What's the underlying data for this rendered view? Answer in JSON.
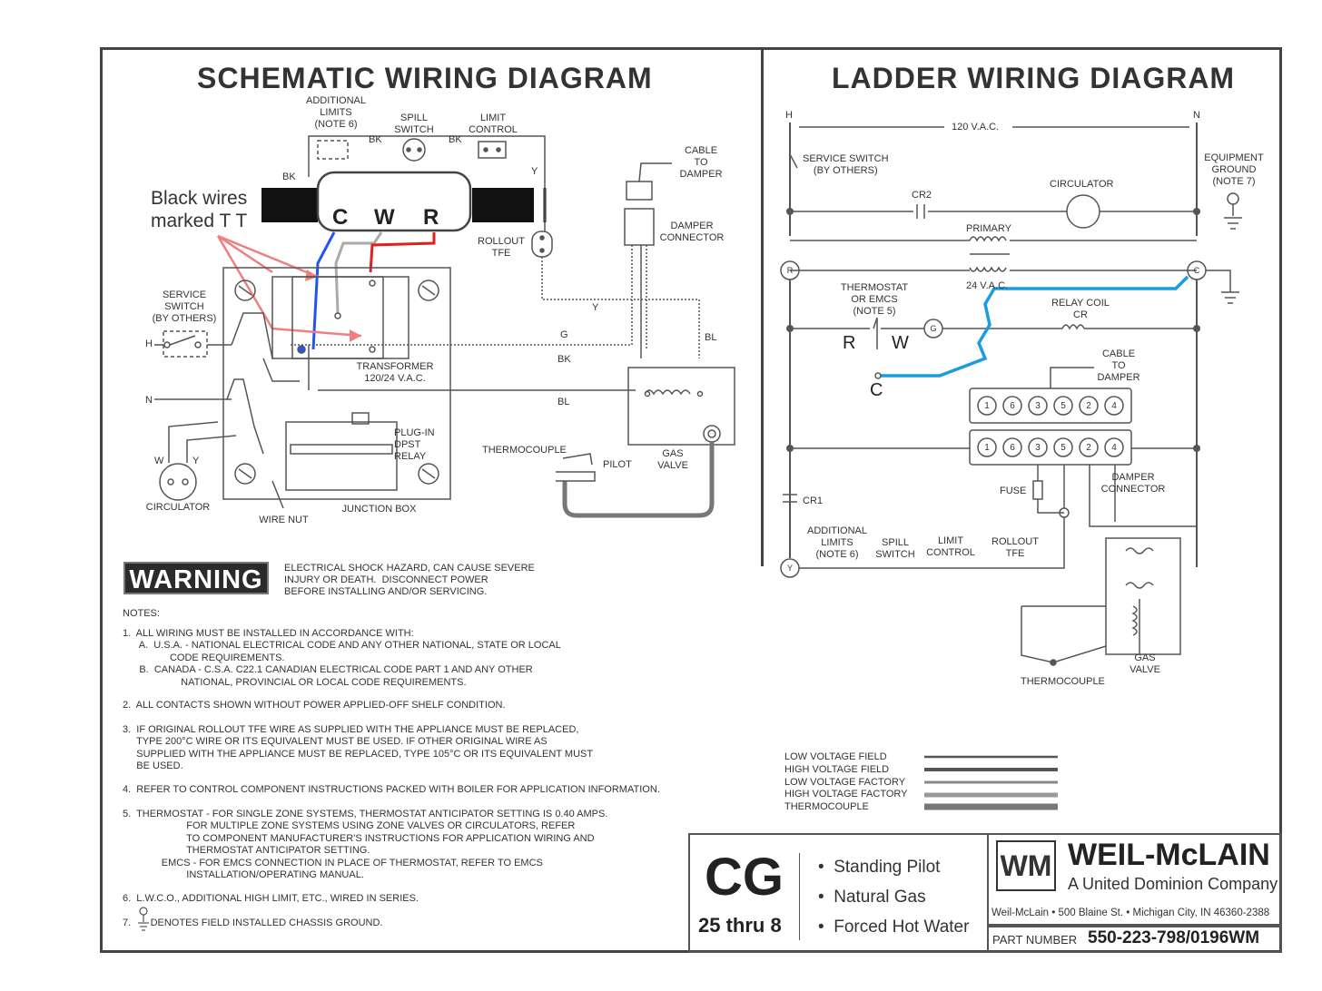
{
  "titles": {
    "schematic": "SCHEMATIC WIRING DIAGRAM",
    "ladder": "LADDER WIRING DIAGRAM"
  },
  "annotation": {
    "line1": "Black wires",
    "line2": "marked T  T",
    "c": "C",
    "w": "W",
    "r": "R",
    "ladder_r": "R",
    "ladder_w": "W",
    "ladder_c": "C"
  },
  "schematic_labels": {
    "additional_limits": "ADDITIONAL\nLIMITS\n(NOTE 6)",
    "spill_switch": "SPILL\nSWITCH",
    "limit_control": "LIMIT\nCONTROL",
    "bk1": "BK",
    "bk2": "BK",
    "bk3": "BK",
    "cable_to_damper": "CABLE\nTO\nDAMPER",
    "damper_connector": "DAMPER\nCONNECTOR",
    "rollout_tfe": "ROLLOUT\nTFE",
    "service_switch": "SERVICE\nSWITCH\n(BY OTHERS)",
    "h": "H",
    "n": "N",
    "transformer": "TRANSFORMER\n120/24 V.A.C.",
    "plug_in_relay": "PLUG-IN\nDPST\nRELAY",
    "junction_box": "JUNCTION BOX",
    "wire_nut": "WIRE NUT",
    "circulator": "CIRCULATOR",
    "thermocouple": "THERMOCOUPLE",
    "pilot": "PILOT",
    "gas_valve": "GAS\nVALVE",
    "y": "Y",
    "g": "G",
    "bk": "BK",
    "bl": "BL",
    "w": "W"
  },
  "warning": {
    "label": "WARNING",
    "text": "ELECTRICAL SHOCK HAZARD, CAN CAUSE SEVERE\nINJURY OR DEATH.  DISCONNECT POWER\nBEFORE INSTALLING AND/OR SERVICING."
  },
  "notes": {
    "heading": "NOTES:",
    "n1": "1.  ALL WIRING MUST BE INSTALLED IN ACCORDANCE WITH:\n      A.  U.S.A. - NATIONAL ELECTRICAL CODE AND ANY OTHER NATIONAL, STATE OR LOCAL\n                 CODE REQUIREMENTS.\n      B.  CANADA - C.S.A. C22.1 CANADIAN ELECTRICAL CODE PART 1 AND ANY OTHER\n                     NATIONAL, PROVINCIAL OR LOCAL CODE REQUIREMENTS.",
    "n2": "2.  ALL CONTACTS SHOWN WITHOUT POWER APPLIED-OFF SHELF CONDITION.",
    "n3": "3.  IF ORIGINAL ROLLOUT TFE WIRE AS SUPPLIED WITH THE APPLIANCE MUST BE REPLACED,\n     TYPE 200°C WIRE OR ITS EQUIVALENT MUST BE USED. IF OTHER ORIGINAL WIRE AS\n     SUPPLIED WITH THE APPLIANCE MUST BE REPLACED, TYPE 105°C OR ITS EQUIVALENT MUST\n     BE USED.",
    "n4": "4.  REFER TO CONTROL COMPONENT INSTRUCTIONS PACKED WITH BOILER FOR APPLICATION INFORMATION.",
    "n5": "5.  THERMOSTAT - FOR SINGLE ZONE SYSTEMS, THERMOSTAT ANTICIPATOR SETTING IS 0.40 AMPS.\n                       FOR MULTIPLE ZONE SYSTEMS USING ZONE VALVES OR CIRCULATORS, REFER\n                       TO COMPONENT MANUFACTURER'S INSTRUCTIONS FOR APPLICATION WIRING AND\n                       THERMOSTAT ANTICIPATOR SETTING.\n              EMCS - FOR EMCS CONNECTION IN PLACE OF THERMOSTAT, REFER TO EMCS\n                       INSTALLATION/OPERATING MANUAL.",
    "n6": "6.  L.W.C.O., ADDITIONAL HIGH LIMIT, ETC., WIRED IN SERIES.",
    "n7": "7.       DENOTES FIELD INSTALLED CHASSIS GROUND."
  },
  "ladder_labels": {
    "h": "H",
    "n": "N",
    "vac": "120  V.A.C.",
    "service_switch": "SERVICE SWITCH\n(BY OTHERS)",
    "cr2": "CR2",
    "circulator": "CIRCULATOR",
    "equipment_ground": "EQUIPMENT\nGROUND\n(NOTE 7)",
    "primary": "PRIMARY",
    "vac24": "24 V.A.C.",
    "thermostat": "THERMOSTAT\nOR EMCS\n(NOTE 5)",
    "relay_coil": "RELAY COIL\nCR",
    "cable_to_damper": "CABLE\nTO\nDAMPER",
    "cr1": "CR1",
    "fuse": "FUSE",
    "damper_connector": "DAMPER\nCONNECTOR",
    "additional_limits": "ADDITIONAL\nLIMITS\n(NOTE 6)",
    "spill_switch": "SPILL\nSWITCH",
    "limit_control": "LIMIT\nCONTROL",
    "rollout_tfe": "ROLLOUT\nTFE",
    "gas_valve": "GAS\nVALVE",
    "thermocouple": "THERMOCOUPLE",
    "node_r": "R",
    "node_c": "C",
    "node_g": "G",
    "node_y": "Y",
    "pins": [
      "1",
      "6",
      "3",
      "5",
      "2",
      "4"
    ]
  },
  "legend": {
    "items": [
      "LOW VOLTAGE FIELD",
      "HIGH VOLTAGE FIELD",
      "LOW VOLTAGE FACTORY",
      "HIGH VOLTAGE FACTORY",
      "THERMOCOUPLE"
    ]
  },
  "title_block": {
    "code": "CG",
    "range": "25 thru 8",
    "features": [
      "Standing Pilot",
      "Natural Gas",
      "Forced Hot Water"
    ],
    "brand": "WEIL-McLAIN",
    "company": "A United Dominion Company",
    "address": "Weil-McLain  •  500 Blaine St.  •  Michigan City, IN 46360-2388",
    "part_label": "PART NUMBER",
    "part_number": "550-223-798/0196WM",
    "logo": "WM"
  },
  "colors": {
    "line": "#555555",
    "blue": "#2255ee",
    "red": "#e02020",
    "pink": "#f08080",
    "cyan": "#1d9be0"
  }
}
